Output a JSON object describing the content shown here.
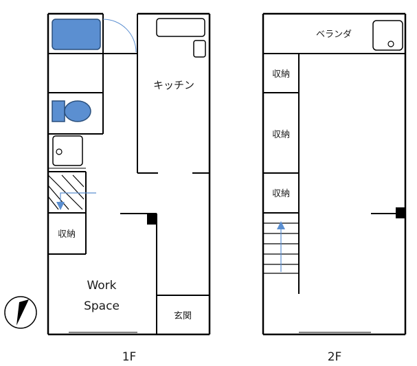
{
  "floors": {
    "first": {
      "caption": "1F",
      "rooms": {
        "kitchen": "キッチン",
        "storage": "収納",
        "workspace_line1": "Work",
        "workspace_line2": "Space",
        "entrance": "玄関"
      }
    },
    "second": {
      "caption": "2F",
      "rooms": {
        "veranda": "ベランダ",
        "storage_top": "収納",
        "storage_mid": "収納",
        "storage_low": "収納"
      }
    }
  },
  "colors": {
    "fixture_fill": "#5b8fd1",
    "fixture_stroke": "#2a4f7c",
    "wall": "#000000",
    "arrow": "#5b8fd1",
    "door_swing": "#5b8fd1"
  },
  "icons": {
    "compass": "north-compass-icon",
    "bathtub": "bathtub-icon",
    "toilet": "toilet-icon",
    "sink": "washbasin-icon"
  }
}
